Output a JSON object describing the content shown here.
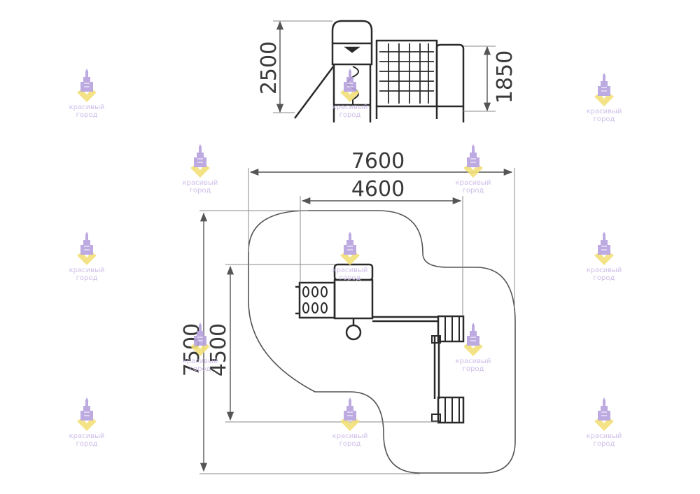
{
  "side_view": {
    "overall_height": "2500",
    "platform_height": "1850"
  },
  "plan_view": {
    "zone_width": "7600",
    "equipment_width": "4600",
    "zone_depth": "7500",
    "equipment_depth": "4500"
  },
  "watermark": {
    "line1": "красивый",
    "line2": "город"
  }
}
